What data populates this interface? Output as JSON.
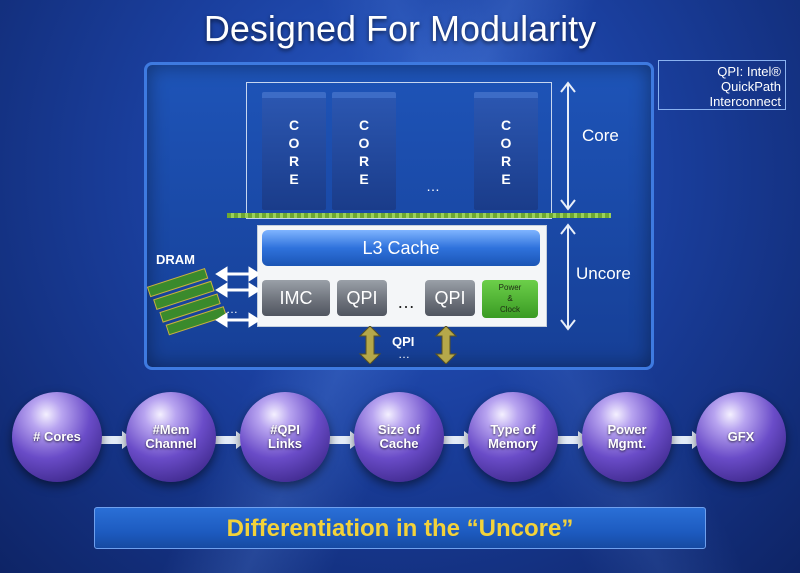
{
  "title": "Designed For Modularity",
  "qpi_legend": {
    "line1": "QPI: Intel®",
    "line2": "QuickPath",
    "line3": "Interconnect"
  },
  "cores": [
    {
      "letters": [
        "C",
        "O",
        "R",
        "E"
      ]
    },
    {
      "letters": [
        "C",
        "O",
        "R",
        "E"
      ]
    },
    {
      "letters": [
        "C",
        "O",
        "R",
        "E"
      ]
    }
  ],
  "core_ellipsis": "…",
  "labels": {
    "core": "Core",
    "uncore": "Uncore",
    "dram": "DRAM",
    "qpi": "QPI"
  },
  "uncore_units": {
    "l3": "L3 Cache",
    "imc": "IMC",
    "qpi_left": "QPI",
    "qpi_right": "QPI",
    "mid_dots": "…",
    "power": [
      "Power",
      "&",
      "Clock"
    ]
  },
  "dram_dots": "…",
  "qpi_dots": "…",
  "spheres": [
    {
      "line1": "# Cores",
      "line2": ""
    },
    {
      "line1": "#Mem",
      "line2": "Channel"
    },
    {
      "line1": "#QPI",
      "line2": "Links"
    },
    {
      "line1": "Size of",
      "line2": "Cache"
    },
    {
      "line1": "Type of",
      "line2": "Memory"
    },
    {
      "line1": "Power",
      "line2": "Mgmt."
    },
    {
      "line1": "GFX",
      "line2": ""
    }
  ],
  "footer": "Differentiation in the “Uncore”",
  "colors": {
    "accent": "#f3d23a",
    "panel_border": "#3e7ae0",
    "green": "#6ea832"
  }
}
